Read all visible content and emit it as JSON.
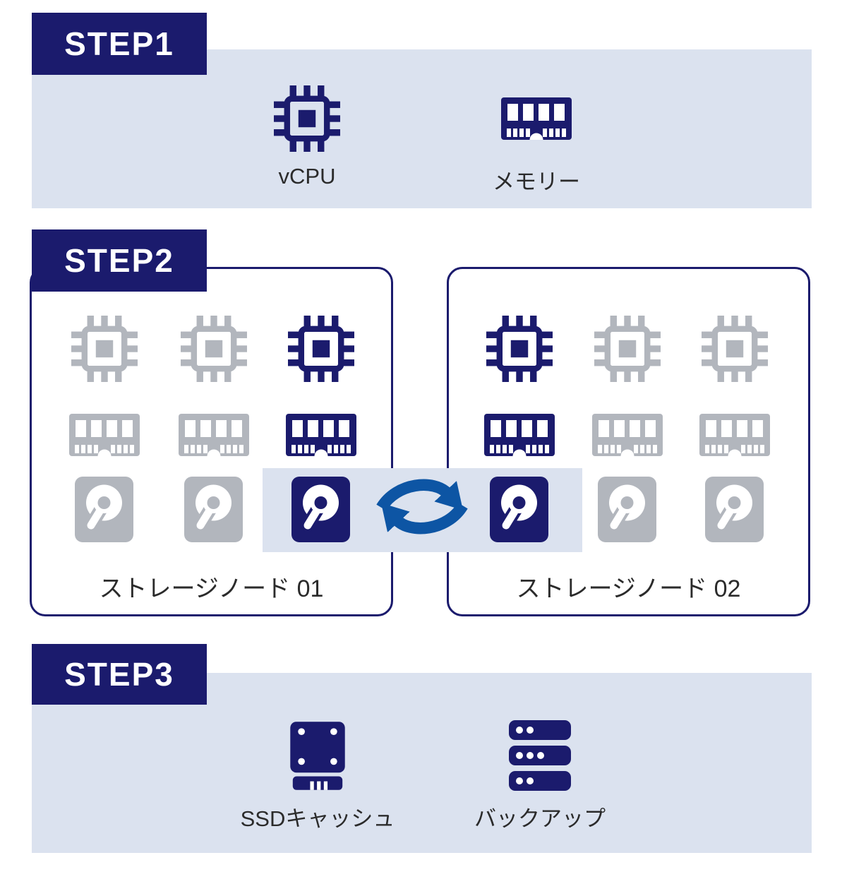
{
  "palette": {
    "navy": "#1b1b6d",
    "light_band": "#dbe2ef",
    "inactive_gray": "#b2b6bd",
    "arrow_blue": "#0d55a4",
    "caption_text": "#2b2b2b",
    "step_label_text": "#ffffff"
  },
  "step1": {
    "label": "STEP1",
    "items": [
      {
        "icon": "cpu-chip-icon",
        "caption": "vCPU"
      },
      {
        "icon": "memory-module-icon",
        "caption": "メモリー"
      }
    ]
  },
  "step2": {
    "label": "STEP2",
    "nodes": [
      {
        "title": "ストレージノード 01",
        "rows": [
          "cpu",
          "memory",
          "disk"
        ],
        "columns": 3,
        "active_column": 3,
        "column_states": [
          "inactive",
          "inactive",
          "active"
        ]
      },
      {
        "title": "ストレージノード 02",
        "rows": [
          "cpu",
          "memory",
          "disk"
        ],
        "columns": 3,
        "active_column": 1,
        "column_states": [
          "active",
          "inactive",
          "inactive"
        ]
      }
    ],
    "sync": {
      "icon": "sync-arrows-icon"
    }
  },
  "step3": {
    "label": "STEP3",
    "items": [
      {
        "icon": "ssd-icon",
        "caption": "SSDキャッシュ"
      },
      {
        "icon": "backup-server-icon",
        "caption": "バックアップ"
      }
    ]
  }
}
